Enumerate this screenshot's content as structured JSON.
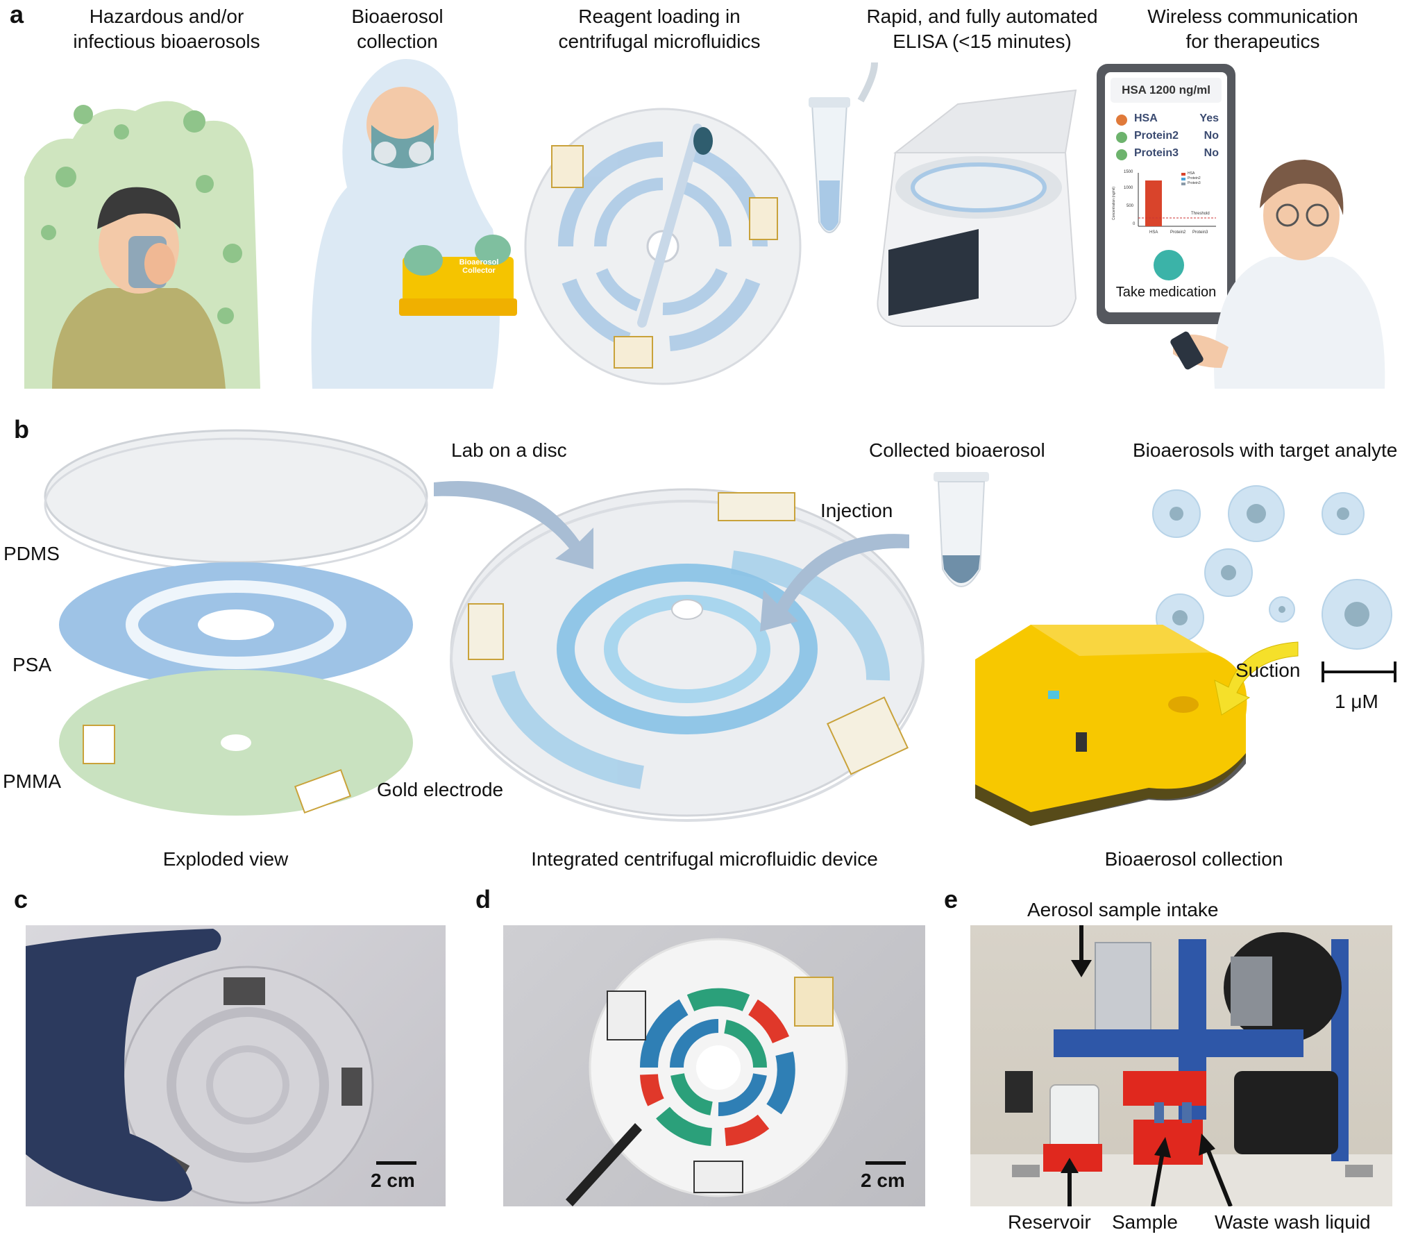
{
  "panel_a": {
    "letter": "a",
    "steps": [
      {
        "caption": "Hazardous and/or\ninfectious bioaerosols"
      },
      {
        "caption": "Bioaerosol\ncollection"
      },
      {
        "caption": "Reagent loading in\ncentrifugal microfluidics"
      },
      {
        "caption": "Rapid, and fully automated\nELISA (<15 minutes)"
      },
      {
        "caption": "Wireless communication\nfor therapeutics"
      }
    ],
    "collector_label": "Bioaerosol\nCollector",
    "phone": {
      "header": "HSA 1200 ng/ml",
      "rows": [
        {
          "name": "HSA",
          "value": "Yes",
          "color": "#e07a3a"
        },
        {
          "name": "Protein2",
          "value": "No",
          "color": "#6db36d"
        },
        {
          "name": "Protein3",
          "value": "No",
          "color": "#6db36d"
        }
      ],
      "mini_chart": {
        "ylabel": "Concentration (ng/ml)",
        "yticks": [
          "1500",
          "1000",
          "500",
          "0"
        ],
        "categories": [
          "HSA",
          "Protein2",
          "Protein3"
        ],
        "legend": [
          "HSA",
          "Protein2",
          "Protein3"
        ],
        "threshold_label": "Threshold"
      },
      "button": "Take medication"
    }
  },
  "panel_b": {
    "letter": "b",
    "layers": [
      "PDMS",
      "PSA",
      "PMMA"
    ],
    "electrode_label": "Gold electrode",
    "lab_on_disc": "Lab on a disc",
    "injection": "Injection",
    "collected": "Collected bioaerosol",
    "analyte": "Bioaerosols with target analyte",
    "suction": "Suction",
    "scale": "1 μM",
    "captions": [
      "Exploded view",
      "Integrated centrifugal microfluidic device",
      "Bioaerosol collection"
    ]
  },
  "panel_c": {
    "letter": "c",
    "scale": "2 cm"
  },
  "panel_d": {
    "letter": "d",
    "scale": "2 cm"
  },
  "panel_e": {
    "letter": "e",
    "intake": "Aerosol sample intake",
    "bottom_labels": [
      "Reservoir",
      "Sample",
      "Waste wash liquid"
    ]
  },
  "colors": {
    "disc_blue": "#a9c9e6",
    "gold": "#c9a23a",
    "collector_yellow": "#f5c400",
    "virus_green": "#7cb87c",
    "bg_green": "#cfe5bf"
  }
}
